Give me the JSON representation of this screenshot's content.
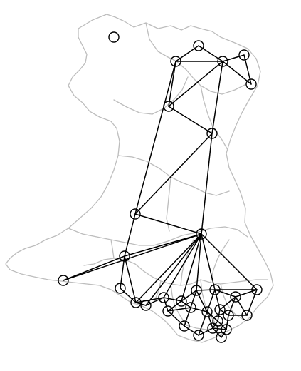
{
  "map": {
    "region": "Wales",
    "style": "graph network of nodes and edges over gray district boundaries",
    "colors": {
      "background": "#ffffff",
      "boundary": "#bdbdbd",
      "edge": "#000000",
      "node": "#000000"
    }
  },
  "graph": {
    "node_count": 40,
    "isolated_node_count": 1
  }
}
